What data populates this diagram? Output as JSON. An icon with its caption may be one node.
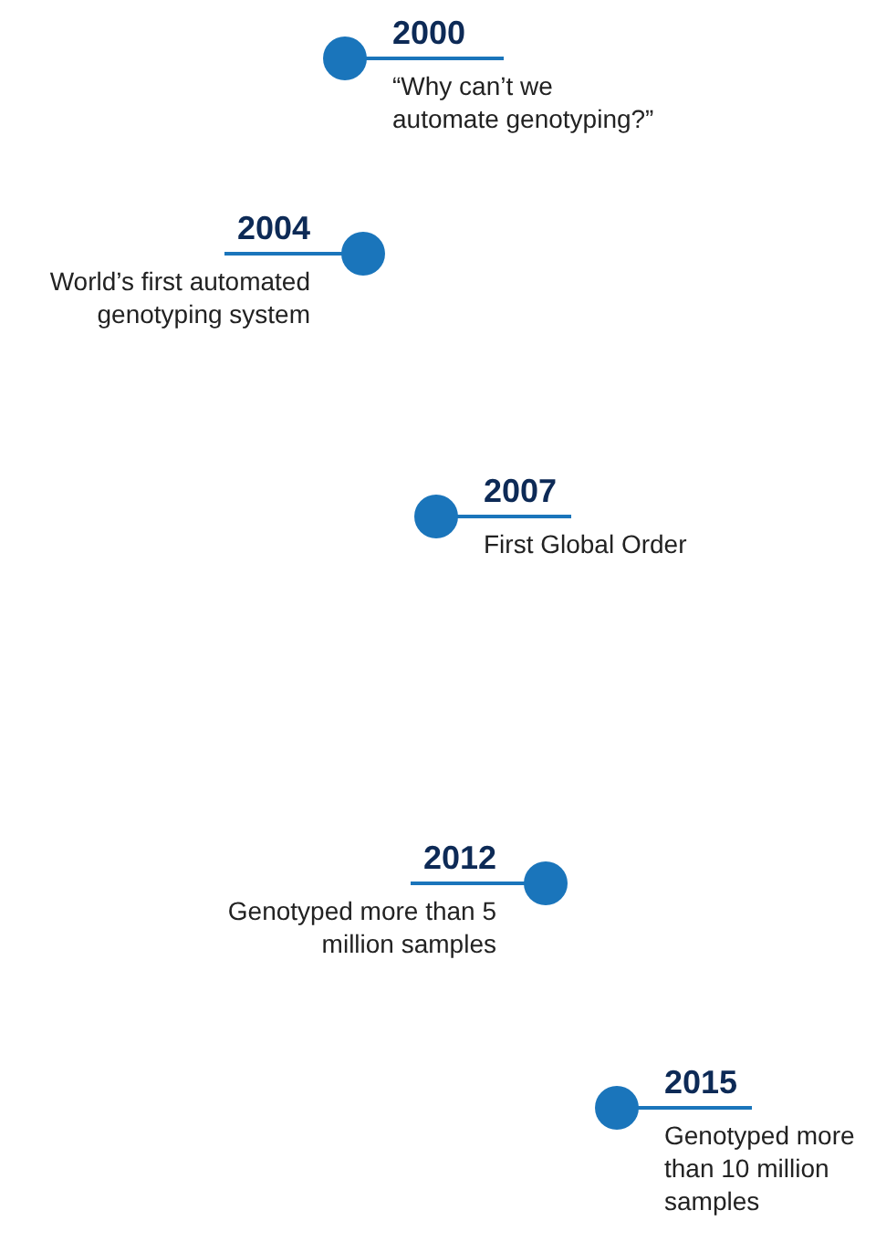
{
  "diagram": {
    "nodes": [
      {
        "text": [
          "2000",
          "“Why can’t we automate genotyping?”"
        ]
      },
      {
        "text": [
          "2004",
          "World’s first automated genotyping system"
        ]
      },
      {
        "text": [
          "2007",
          "First Global Order"
        ]
      },
      {
        "text": [
          "2012",
          "Genotyped more than 5 million samples"
        ]
      },
      {
        "text": [
          "2015",
          "Genotyped more than 10 million samples"
        ]
      }
    ],
    "edges": []
  }
}
